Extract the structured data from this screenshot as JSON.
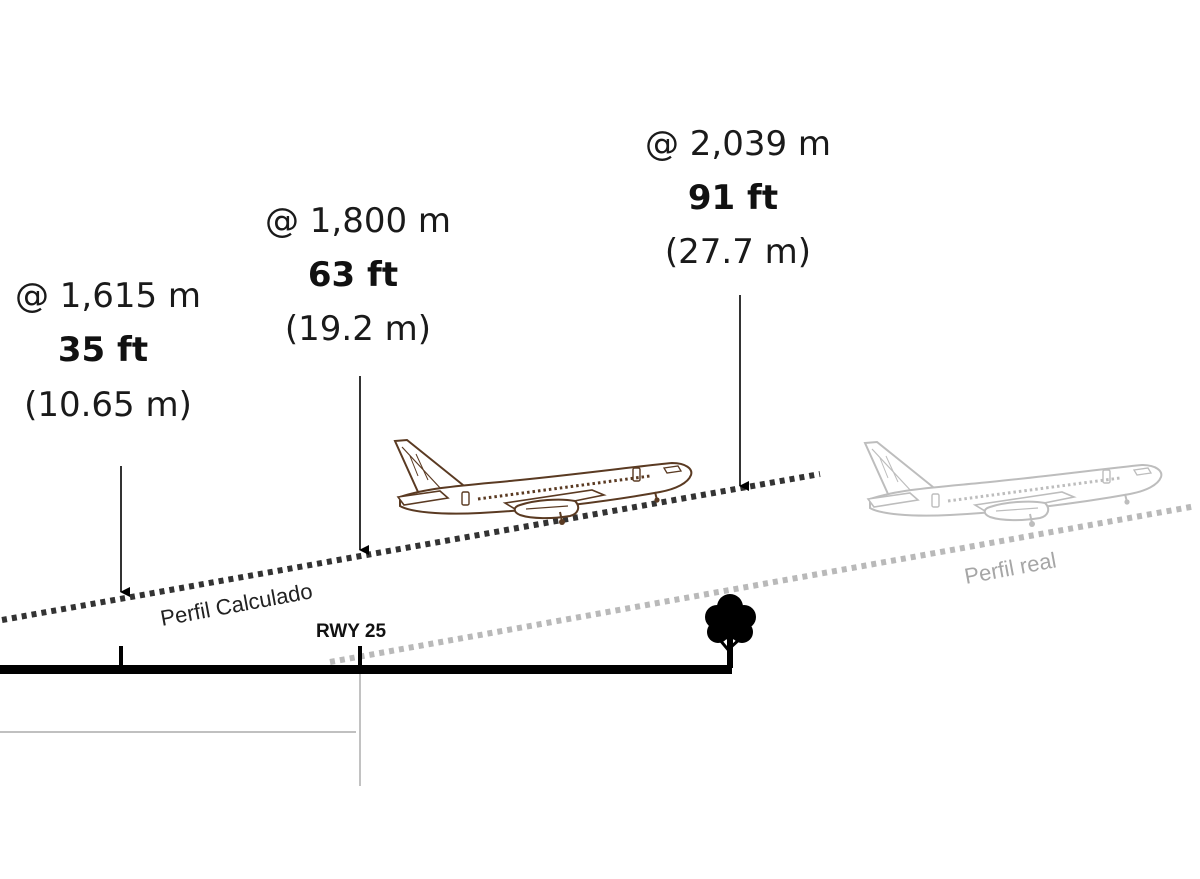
{
  "measurements": [
    {
      "distance": "@ 1,615 m",
      "height_ft": "35 ft",
      "height_m": "(10.65 m)"
    },
    {
      "distance": "@ 1,800 m",
      "height_ft": "63 ft",
      "height_m": "(19.2 m)"
    },
    {
      "distance": "@ 2,039 m",
      "height_ft": "91 ft",
      "height_m": "(27.7 m)"
    }
  ],
  "profiles": {
    "calculated_label": "Perfil Calculado",
    "real_label": "Perfil real"
  },
  "runway": {
    "label": "RWY 25"
  },
  "icons": {
    "aircraft": "airplane-icon",
    "aircraft_faded": "airplane-faded-icon",
    "tree": "tree-icon"
  },
  "colors": {
    "text": "#1a1a1a",
    "calculated_profile": "#333333",
    "real_profile": "#b9b9b9",
    "aircraft_outline": "#5a3a22",
    "aircraft_faded": "#bdbdbd",
    "ground": "#000000"
  }
}
